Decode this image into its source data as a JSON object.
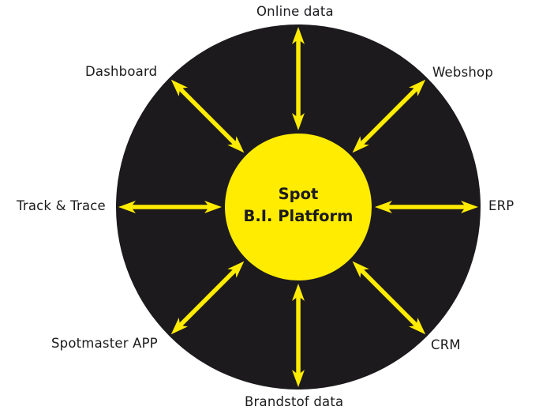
{
  "colors": {
    "outer_circle": "#1c1a1d",
    "center_circle": "#ffec00",
    "arrow": "#ffec00",
    "text": "#1c1a1d",
    "background": "#ffffff"
  },
  "center": {
    "line1": "Spot",
    "line2": "B.I. Platform"
  },
  "nodes": [
    {
      "id": "online-data",
      "label": "Online data",
      "direction": "top"
    },
    {
      "id": "webshop",
      "label": "Webshop",
      "direction": "top-right"
    },
    {
      "id": "erp",
      "label": "ERP",
      "direction": "right"
    },
    {
      "id": "crm",
      "label": "CRM",
      "direction": "bottom-right"
    },
    {
      "id": "brandstof-data",
      "label": "Brandstof data",
      "direction": "bottom"
    },
    {
      "id": "spotmaster-app",
      "label": "Spotmaster APP",
      "direction": "bottom-left"
    },
    {
      "id": "track-trace",
      "label": "Track & Trace",
      "direction": "left"
    },
    {
      "id": "dashboard",
      "label": "Dashboard",
      "direction": "top-left"
    }
  ],
  "arrow_style": "bidirectional"
}
